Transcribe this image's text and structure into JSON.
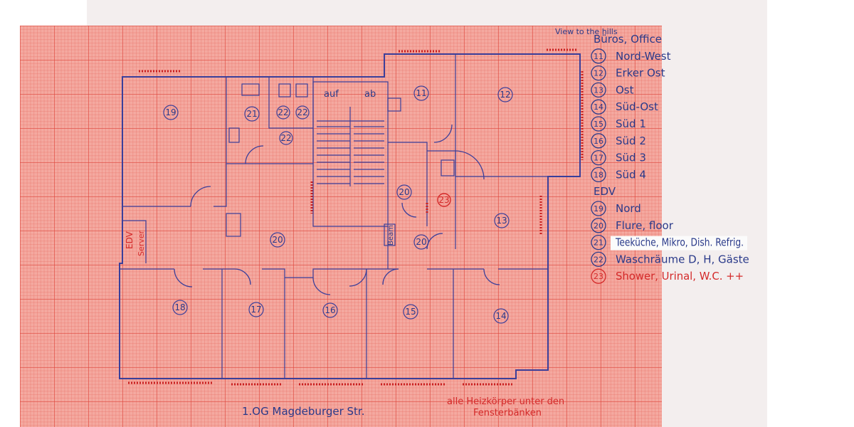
{
  "view_note": "View to the hills",
  "legend": [
    {
      "num": "",
      "text": "Büros, Office"
    },
    {
      "num": "11",
      "text": "Nord-West"
    },
    {
      "num": "12",
      "text": "Erker Ost"
    },
    {
      "num": "13",
      "text": "Ost"
    },
    {
      "num": "14",
      "text": "Süd-Ost"
    },
    {
      "num": "15",
      "text": "Süd 1"
    },
    {
      "num": "16",
      "text": "Süd 2"
    },
    {
      "num": "17",
      "text": "Süd 3"
    },
    {
      "num": "18",
      "text": "Süd 4"
    },
    {
      "num": "",
      "text": "EDV"
    },
    {
      "num": "19",
      "text": "Nord"
    },
    {
      "num": "20",
      "text": "Flure, floor"
    },
    {
      "num": "21",
      "text": "Teeküche, Mikro, Dish. Refrig."
    },
    {
      "num": "22",
      "text": "Waschräume D, H, Gäste"
    },
    {
      "num": "23",
      "text": "Shower, Urinal, W.C. ++"
    }
  ],
  "rooms": {
    "r11": "11",
    "r12": "12",
    "r13": "13",
    "r14": "14",
    "r15": "15",
    "r16": "16",
    "r17": "17",
    "r18": "18",
    "r19": "19",
    "r20a": "20",
    "r20b": "20",
    "r20c": "20",
    "r21": "21",
    "r22a": "22",
    "r22b": "22",
    "r22c": "22",
    "r23": "23"
  },
  "stairs": {
    "up": "auf",
    "down": "ab"
  },
  "labels": {
    "edv": "EDV",
    "server": "Server",
    "beam": "Beam",
    "floor_title": "1.OG  Magdeburger Str.",
    "note_line1": "alle Heizkörper unter den",
    "note_line2": "Fensterbänken"
  },
  "colors": {
    "ink": "#2a3a8a",
    "red_ink": "#d42a2a",
    "paper": "#f4a9a0"
  }
}
